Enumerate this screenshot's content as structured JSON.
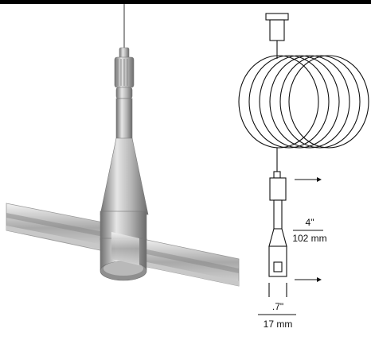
{
  "figure": {
    "alt": "",
    "photo": {
      "parts": [
        "suspension-cable",
        "cable-gripper",
        "standoff-body",
        "rail-clamp",
        "monorail-left",
        "monorail-right"
      ]
    },
    "line_drawing": {
      "parts": [
        "canopy",
        "coiled-cable",
        "adjuster",
        "standoff",
        "connector"
      ],
      "dimensions": {
        "height": {
          "inches": "4\"",
          "metric": "102 mm"
        },
        "width": {
          "inches": ".7\"",
          "metric": "17 mm"
        }
      }
    },
    "colors": {
      "frame": "#000000",
      "metal_light": "#e6e6e6",
      "metal_mid": "#a8a8a8",
      "metal_dark": "#6f6f6f",
      "line": "#111111"
    }
  }
}
